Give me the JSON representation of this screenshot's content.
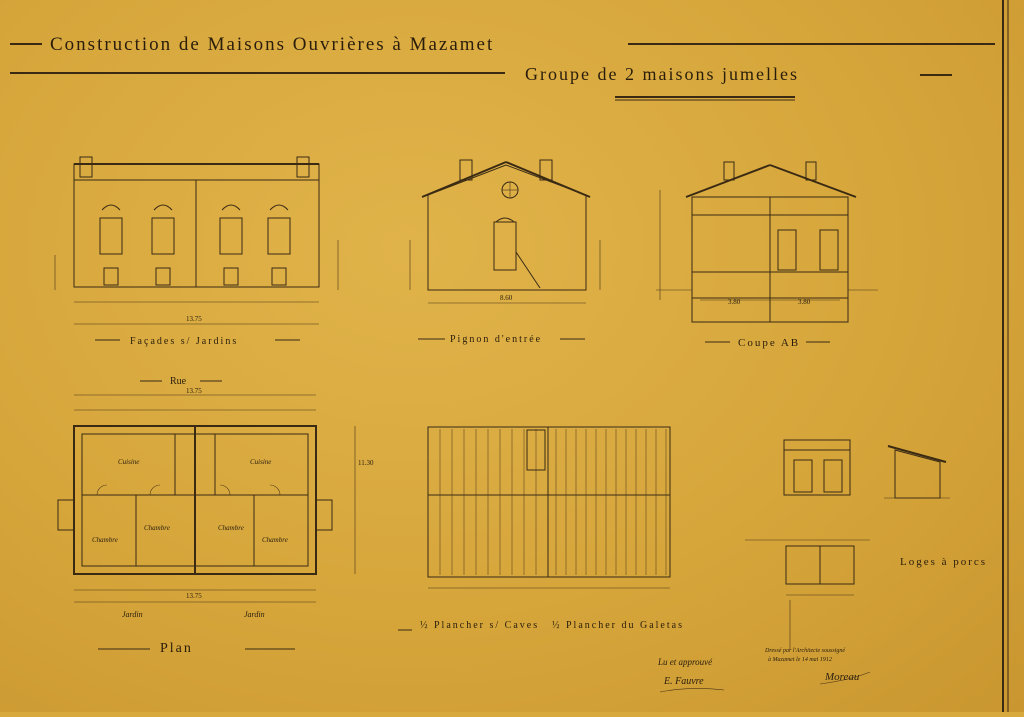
{
  "title": {
    "line1": "Construction de Maisons Ouvrières à Mazamet",
    "line2": "Groupe de 2 maisons jumelles"
  },
  "views": {
    "facade": "Façades s/ Jardins",
    "gable": "Pignon d'entrée",
    "section": "Coupe AB",
    "plan": "Plan",
    "floor_cellar": "½ Plancher s/ Caves",
    "floor_attic": "½ Plancher du Galetas",
    "sheds": "Loges à porcs"
  },
  "plan_labels": {
    "street": "Rue",
    "garden_left": "Jardin",
    "garden_right": "Jardin",
    "kitchen_left": "Cuisine",
    "kitchen_right": "Cuisine",
    "bed1": "Chambre",
    "bed2": "Chambre",
    "bed3": "Chambre",
    "bed4": "Chambre"
  },
  "dimensions": {
    "facade_total": "13.75",
    "plan_total_top": "13.75",
    "plan_total_bottom": "13.75",
    "gable_width": "8.60",
    "section_height": "11.30",
    "section_room": "3.80",
    "section_room2": "3.80"
  },
  "signatures": {
    "approved": "Lu et approuvé",
    "signer": "E. Fauvre",
    "architect": "Dressé par l'Architecte soussigné",
    "date": "à Mazamet le 14 mai 1912",
    "architect_sig": "Moreau"
  }
}
